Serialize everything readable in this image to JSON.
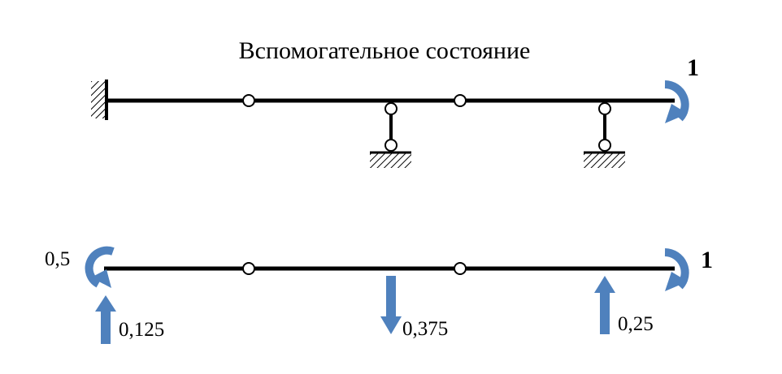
{
  "title": "Вспомогательное  состояние",
  "colors": {
    "arrow": "#4F81BD",
    "line": "#000000"
  },
  "top_beam": {
    "applied_moment_label": "1"
  },
  "bottom_beam": {
    "right_moment_label": "1",
    "left_moment_label": "0,5",
    "left_reaction_label": "0,125",
    "middle_reaction_label": "0,375",
    "right_reaction_label": "0,25"
  }
}
